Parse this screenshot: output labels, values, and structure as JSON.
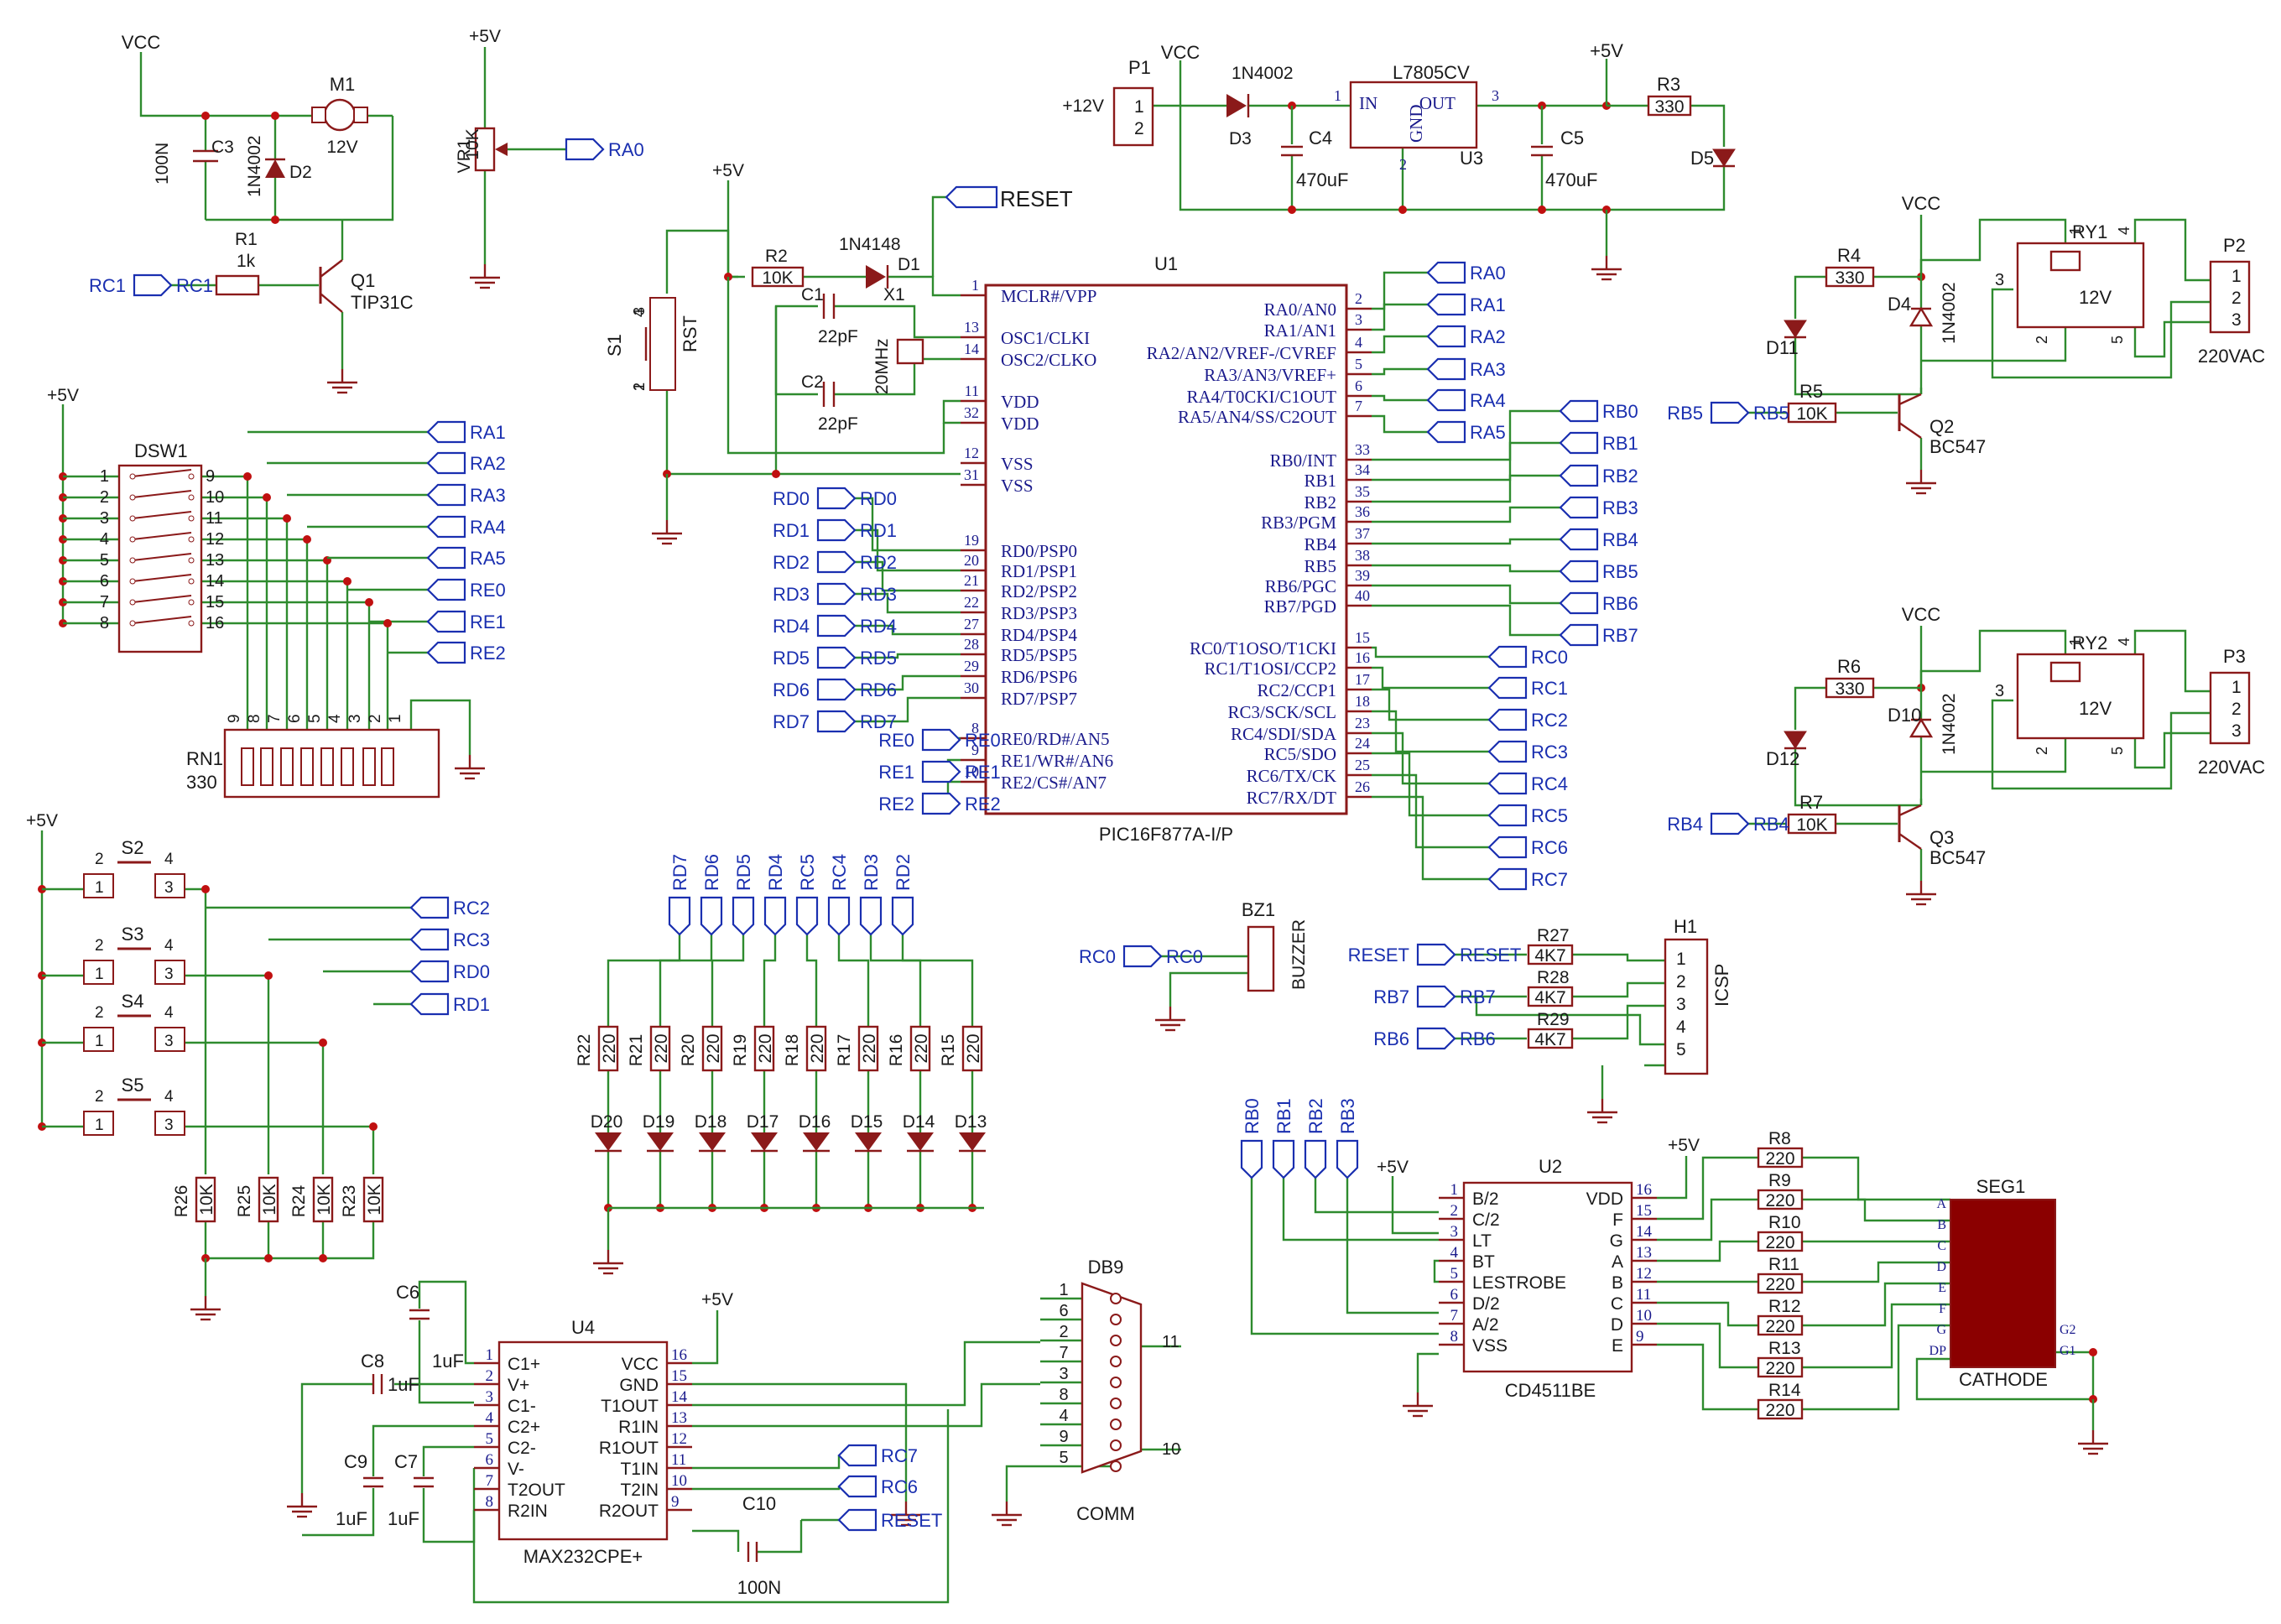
{
  "colors": {
    "wire": "#2e8b2e",
    "part": "#8b1a1a",
    "net_text": "#1a2fb0",
    "junction": "#c01010",
    "segment_fill": "#8b0000"
  },
  "u1": {
    "ref": "U1",
    "value": "PIC16F877A-I/P",
    "left_pins": [
      {
        "num": "1",
        "name": "MCLR#/VPP"
      },
      {
        "num": "13",
        "name": "OSC1/CLKI"
      },
      {
        "num": "14",
        "name": "OSC2/CLKO"
      },
      {
        "num": "11",
        "name": "VDD"
      },
      {
        "num": "32",
        "name": "VDD"
      },
      {
        "num": "12",
        "name": "VSS"
      },
      {
        "num": "31",
        "name": "VSS"
      },
      {
        "num": "19",
        "name": "RD0/PSP0"
      },
      {
        "num": "20",
        "name": "RD1/PSP1"
      },
      {
        "num": "21",
        "name": "RD2/PSP2"
      },
      {
        "num": "22",
        "name": "RD3/PSP3"
      },
      {
        "num": "27",
        "name": "RD4/PSP4"
      },
      {
        "num": "28",
        "name": "RD5/PSP5"
      },
      {
        "num": "29",
        "name": "RD6/PSP6"
      },
      {
        "num": "30",
        "name": "RD7/PSP7"
      },
      {
        "num": "8",
        "name": "RE0/RD#/AN5"
      },
      {
        "num": "9",
        "name": "RE1/WR#/AN6"
      },
      {
        "num": "10",
        "name": "RE2/CS#/AN7"
      }
    ],
    "right_pins": [
      {
        "num": "2",
        "name": "RA0/AN0"
      },
      {
        "num": "3",
        "name": "RA1/AN1"
      },
      {
        "num": "4",
        "name": "RA2/AN2/VREF-/CVREF"
      },
      {
        "num": "5",
        "name": "RA3/AN3/VREF+"
      },
      {
        "num": "6",
        "name": "RA4/T0CKI/C1OUT"
      },
      {
        "num": "7",
        "name": "RA5/AN4/SS/C2OUT"
      },
      {
        "num": "33",
        "name": "RB0/INT"
      },
      {
        "num": "34",
        "name": "RB1"
      },
      {
        "num": "35",
        "name": "RB2"
      },
      {
        "num": "36",
        "name": "RB3/PGM"
      },
      {
        "num": "37",
        "name": "RB4"
      },
      {
        "num": "38",
        "name": "RB5"
      },
      {
        "num": "39",
        "name": "RB6/PGC"
      },
      {
        "num": "40",
        "name": "RB7/PGD"
      },
      {
        "num": "15",
        "name": "RC0/T1OSO/T1CKI"
      },
      {
        "num": "16",
        "name": "RC1/T1OSI/CCP2"
      },
      {
        "num": "17",
        "name": "RC2/CCP1"
      },
      {
        "num": "18",
        "name": "RC3/SCK/SCL"
      },
      {
        "num": "23",
        "name": "RC4/SDI/SDA"
      },
      {
        "num": "24",
        "name": "RC5/SDO"
      },
      {
        "num": "25",
        "name": "RC6/TX/CK"
      },
      {
        "num": "26",
        "name": "RC7/RX/DT"
      }
    ],
    "left_nets": [
      "RD0",
      "RD1",
      "RD2",
      "RD3",
      "RD4",
      "RD5",
      "RD6",
      "RD7",
      "RE0",
      "RE1",
      "RE2"
    ],
    "right_nets": [
      "RA0",
      "RA1",
      "RA2",
      "RA3",
      "RA4",
      "RA5",
      "RB0",
      "RB1",
      "RB2",
      "RB3",
      "RB4",
      "RB5",
      "RB6",
      "RB7",
      "RC0",
      "RC1",
      "RC2",
      "RC3",
      "RC4",
      "RC5",
      "RC6",
      "RC7"
    ]
  },
  "reset": {
    "net_reset": "RESET",
    "plus5": "+5V",
    "r2_ref": "R2",
    "r2_val": "10K",
    "d1_ref": "D1",
    "d1_val": "1N4148",
    "s1_ref": "S1",
    "s1_name": "RST",
    "s1_pins": [
      "4",
      "3",
      "2",
      "1"
    ],
    "x1_ref": "X1",
    "x1_val": "20MHz",
    "c1_ref": "C1",
    "c1_val": "22pF",
    "c2_ref": "C2",
    "c2_val": "22pF"
  },
  "motor": {
    "vcc": "VCC",
    "c3_ref": "C3",
    "c3_val": "100N",
    "d2_ref": "D2",
    "d2_val": "1N4002",
    "m1_ref": "M1",
    "m1_val": "12V",
    "r1_ref": "R1",
    "r1_val": "1k",
    "net_rc1": "RC1",
    "q1_ref": "Q1",
    "q1_val": "TIP31C"
  },
  "pot": {
    "plus5": "+5V",
    "vr1_ref": "VR1",
    "vr1_val": "10K",
    "net": "RA0"
  },
  "power": {
    "vcc": "VCC",
    "p1_ref": "P1",
    "p1_label": "+12V",
    "p1_pins": [
      "1",
      "2"
    ],
    "d3_val": "1N4002",
    "d3_ref": "D3",
    "u3_val": "L7805CV",
    "u3_ref": "U3",
    "u3_in": "IN",
    "u3_gnd": "GND",
    "u3_out": "OUT",
    "u3_pin_in": "1",
    "u3_pin_gnd": "2",
    "u3_pin_out": "3",
    "c4_ref": "C4",
    "c4_val": "470uF",
    "c5_ref": "C5",
    "c5_val": "470uF",
    "plus5": "+5V",
    "r3_ref": "R3",
    "r3_val": "330",
    "d5_ref": "D5"
  },
  "relay1": {
    "vcc": "VCC",
    "r4_ref": "R4",
    "r4_val": "330",
    "d11_ref": "D11",
    "d4_ref": "D4",
    "d4_val": "1N4002",
    "ry_ref": "RY1",
    "ry_val": "12V",
    "ry_pins": [
      "1",
      "4",
      "3",
      "2",
      "5"
    ],
    "p_ref": "P2",
    "p_pins": [
      "1",
      "2",
      "3"
    ],
    "p_val": "220VAC",
    "net": "RB5",
    "r_ref": "R5",
    "r_val": "10K",
    "q_ref": "Q2",
    "q_val": "BC547"
  },
  "relay2": {
    "vcc": "VCC",
    "r_led_ref": "R6",
    "r_led_val": "330",
    "d_led_ref": "D12",
    "d_ref": "D10",
    "d_val": "1N4002",
    "ry_ref": "RY2",
    "ry_val": "12V",
    "ry_pins": [
      "1",
      "4",
      "3",
      "2",
      "5"
    ],
    "p_ref": "P3",
    "p_pins": [
      "1",
      "2",
      "3"
    ],
    "p_val": "220VAC",
    "net": "RB4",
    "r_ref": "R7",
    "r_val": "10K",
    "q_ref": "Q3",
    "q_val": "BC547"
  },
  "dsw": {
    "plus5": "+5V",
    "ref": "DSW1",
    "left_pins": [
      "1",
      "2",
      "3",
      "4",
      "5",
      "6",
      "7",
      "8"
    ],
    "right_pins": [
      "9",
      "10",
      "11",
      "12",
      "13",
      "14",
      "15",
      "16"
    ],
    "nets": [
      "RA1",
      "RA2",
      "RA3",
      "RA4",
      "RA5",
      "RE0",
      "RE1",
      "RE2"
    ],
    "rn_ref": "RN1",
    "rn_val": "330",
    "rn_pins": [
      "9",
      "8",
      "7",
      "6",
      "5",
      "4",
      "3",
      "2",
      "1"
    ]
  },
  "switches": {
    "plus5": "+5V",
    "items": [
      {
        "ref": "S2",
        "net": "RC2",
        "r_ref": "R26",
        "r_val": "10K"
      },
      {
        "ref": "S3",
        "net": "RC3",
        "r_ref": "R25",
        "r_val": "10K"
      },
      {
        "ref": "S4",
        "net": "RD0",
        "r_ref": "R24",
        "r_val": "10K"
      },
      {
        "ref": "S5",
        "net": "RD1",
        "r_ref": "R23",
        "r_val": "10K"
      }
    ],
    "pins": [
      "2",
      "4",
      "1",
      "3"
    ]
  },
  "leds": {
    "items": [
      {
        "net": "RD7",
        "r_ref": "R22",
        "r_val": "220",
        "d_ref": "D20"
      },
      {
        "net": "RD6",
        "r_ref": "R21",
        "r_val": "220",
        "d_ref": "D19"
      },
      {
        "net": "RD5",
        "r_ref": "R20",
        "r_val": "220",
        "d_ref": "D18"
      },
      {
        "net": "RD4",
        "r_ref": "R19",
        "r_val": "220",
        "d_ref": "D17"
      },
      {
        "net": "RC5",
        "r_ref": "R18",
        "r_val": "220",
        "d_ref": "D16"
      },
      {
        "net": "RC4",
        "r_ref": "R17",
        "r_val": "220",
        "d_ref": "D15"
      },
      {
        "net": "RD3",
        "r_ref": "R16",
        "r_val": "220",
        "d_ref": "D14"
      },
      {
        "net": "RD2",
        "r_ref": "R15",
        "r_val": "220",
        "d_ref": "D13"
      }
    ]
  },
  "buzzer": {
    "ref": "BZ1",
    "val": "BUZZER",
    "net": "RC0"
  },
  "icsp": {
    "ref": "H1",
    "val": "ICSP",
    "pins": [
      "1",
      "2",
      "3",
      "4",
      "5"
    ],
    "nets": [
      "RESET",
      "RB7",
      "RB6"
    ],
    "res": [
      {
        "ref": "R27",
        "val": "4K7"
      },
      {
        "ref": "R28",
        "val": "4K7"
      },
      {
        "ref": "R29",
        "val": "4K7"
      }
    ]
  },
  "seg": {
    "nets": [
      "RB0",
      "RB1",
      "RB2",
      "RB3"
    ],
    "plus5a": "+5V",
    "plus5b": "+5V",
    "u2_ref": "U2",
    "u2_val": "CD4511BE",
    "u2_left": [
      {
        "num": "1",
        "name": "B/2"
      },
      {
        "num": "2",
        "name": "C/2"
      },
      {
        "num": "3",
        "name": "LT"
      },
      {
        "num": "4",
        "name": "BT"
      },
      {
        "num": "5",
        "name": "LESTROBE"
      },
      {
        "num": "6",
        "name": "D/2"
      },
      {
        "num": "7",
        "name": "A/2"
      },
      {
        "num": "8",
        "name": "VSS"
      }
    ],
    "u2_right": [
      {
        "num": "16",
        "name": "VDD"
      },
      {
        "num": "15",
        "name": "F"
      },
      {
        "num": "14",
        "name": "G"
      },
      {
        "num": "13",
        "name": "A"
      },
      {
        "num": "12",
        "name": "B"
      },
      {
        "num": "11",
        "name": "C"
      },
      {
        "num": "10",
        "name": "D"
      },
      {
        "num": "9",
        "name": "E"
      }
    ],
    "res": [
      {
        "ref": "R8",
        "val": "220"
      },
      {
        "ref": "R9",
        "val": "220"
      },
      {
        "ref": "R10",
        "val": "220"
      },
      {
        "ref": "R11",
        "val": "220"
      },
      {
        "ref": "R12",
        "val": "220"
      },
      {
        "ref": "R13",
        "val": "220"
      },
      {
        "ref": "R14",
        "val": "220"
      }
    ],
    "disp_ref": "SEG1",
    "disp_val": "CATHODE",
    "disp_pins": [
      "A",
      "B",
      "C",
      "D",
      "E",
      "F",
      "G",
      "DP"
    ],
    "disp_right": [
      "G2",
      "G1"
    ]
  },
  "max232": {
    "ref": "U4",
    "val": "MAX232CPE+",
    "plus5": "+5V",
    "left": [
      {
        "num": "1",
        "name": "C1+"
      },
      {
        "num": "2",
        "name": "V+"
      },
      {
        "num": "3",
        "name": "C1-"
      },
      {
        "num": "4",
        "name": "C2+"
      },
      {
        "num": "5",
        "name": "C2-"
      },
      {
        "num": "6",
        "name": "V-"
      },
      {
        "num": "7",
        "name": "T2OUT"
      },
      {
        "num": "8",
        "name": "R2IN"
      }
    ],
    "right": [
      {
        "num": "16",
        "name": "VCC"
      },
      {
        "num": "15",
        "name": "GND"
      },
      {
        "num": "14",
        "name": "T1OUT"
      },
      {
        "num": "13",
        "name": "R1IN"
      },
      {
        "num": "12",
        "name": "R1OUT"
      },
      {
        "num": "11",
        "name": "T1IN"
      },
      {
        "num": "10",
        "name": "T2IN"
      },
      {
        "num": "9",
        "name": "R2OUT"
      }
    ],
    "caps": [
      {
        "ref": "C6",
        "val": "1uF"
      },
      {
        "ref": "C8",
        "val": "1uF"
      },
      {
        "ref": "C9",
        "val": "1uF"
      },
      {
        "ref": "C7",
        "val": "1uF"
      },
      {
        "ref": "C10",
        "val": "100N"
      }
    ],
    "nets": [
      "RC7",
      "RC6",
      "RESET"
    ]
  },
  "db9": {
    "ref": "DB9",
    "val": "COMM",
    "pins": [
      "1",
      "6",
      "2",
      "7",
      "3",
      "8",
      "4",
      "9",
      "5"
    ],
    "shell": [
      "11",
      "10"
    ]
  }
}
